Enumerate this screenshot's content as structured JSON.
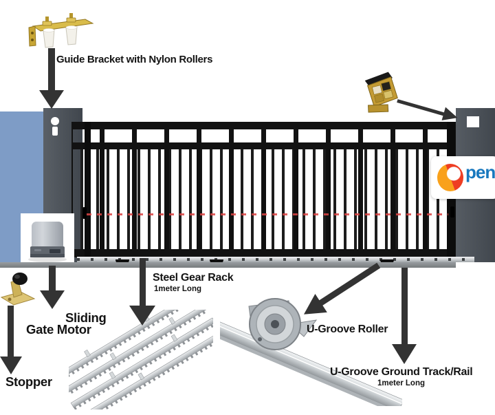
{
  "labels": {
    "guide_bracket": "Guide Bracket with Nylon Rollers",
    "motor_line1": "Sliding",
    "motor_line2": "Gate Motor",
    "stopper": "Stopper",
    "gear_rack": "Steel Gear Rack",
    "gear_rack_sub": "1meter Long",
    "roller": "U-Groove Roller",
    "ground_track": "U-Groove Ground Track/Rail",
    "ground_track_sub": "1meter Long"
  },
  "logo": {
    "visible_text": "pen",
    "o_icon": "orange-red-swirl-o",
    "text_color": "#1878be",
    "o_colors": [
      "#f9a11b",
      "#ee3d23"
    ]
  },
  "colors": {
    "wall_blue": "#7e9cc6",
    "post_gray": "#4b5158",
    "gate_black": "#121212",
    "dashed_line_red": "#db4444",
    "ground_gray": "#8d9296",
    "arrow_dark": "#333333",
    "label_text": "#141414"
  }
}
